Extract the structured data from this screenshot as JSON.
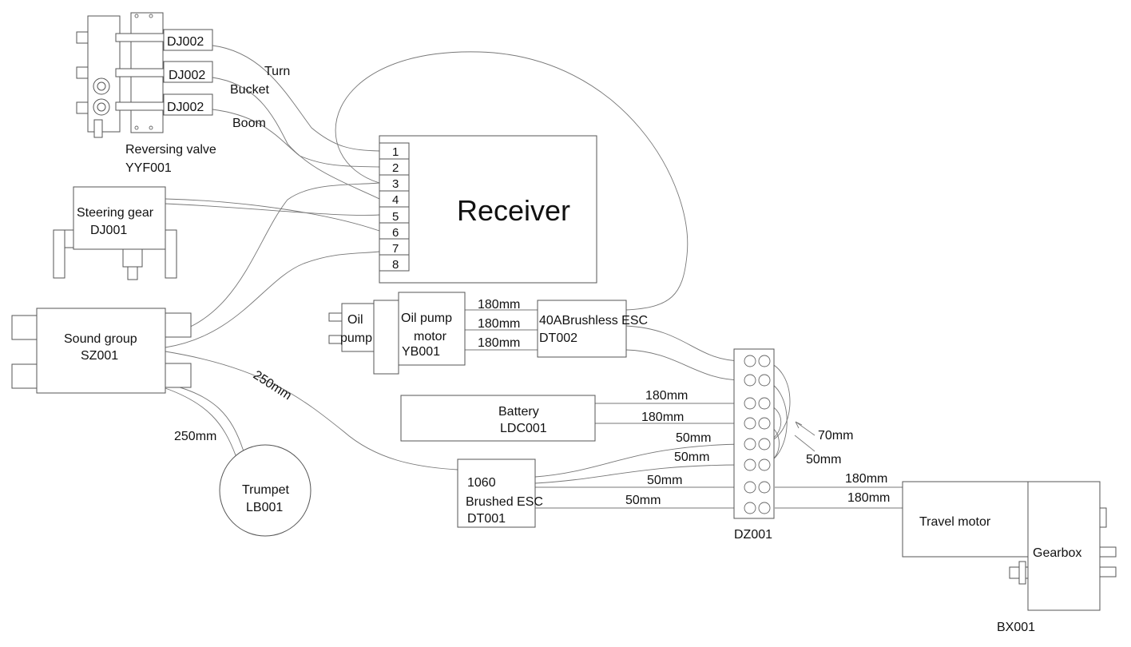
{
  "colors": {
    "line": "#555555",
    "wire": "#777777",
    "text": "#111111",
    "background": "#ffffff"
  },
  "reversing_valve": {
    "valve_labels": [
      "DJ002",
      "DJ002",
      "DJ002"
    ],
    "name": "Reversing valve",
    "code": "YYF001",
    "wire_labels": {
      "turn": "Turn",
      "bucket": "Bucket",
      "boom": "Boom"
    }
  },
  "receiver": {
    "title": "Receiver",
    "channels": [
      "1",
      "2",
      "3",
      "4",
      "5",
      "6",
      "7",
      "8"
    ]
  },
  "steering_gear": {
    "name": "Steering gear",
    "code": "DJ001"
  },
  "sound_group": {
    "name": "Sound group",
    "code": "SZ001"
  },
  "trumpet": {
    "name": "Trumpet",
    "code": "LB001"
  },
  "oil_pump": {
    "line1": "Oil",
    "line2": "pump"
  },
  "oil_pump_motor": {
    "line1": "Oil pump",
    "line2": "motor",
    "code": "YB001"
  },
  "brushless_esc": {
    "name": "40ABrushless ESC",
    "code": "DT002"
  },
  "battery": {
    "name": "Battery",
    "code": "LDC001"
  },
  "brushed_esc": {
    "line1": "1060",
    "line2": "Brushed ESC",
    "code": "DT001"
  },
  "terminal": {
    "code": "DZ001"
  },
  "travel_motor": {
    "name": "Travel motor"
  },
  "gearbox": {
    "name": "Gearbox",
    "code": "BX001"
  },
  "lengths": {
    "pump_wire_1": "180mm",
    "pump_wire_2": "180mm",
    "pump_wire_3": "180mm",
    "sound_to_esc": "250mm",
    "sound_to_trumpet": "250mm",
    "battery_wire_1": "180mm",
    "battery_wire_2": "180mm",
    "esc_wire_1": "50mm",
    "esc_wire_2": "50mm",
    "esc_wire_3": "50mm",
    "esc_wire_4": "50mm",
    "jumper_1": "70mm",
    "jumper_2": "50mm",
    "motor_wire_1": "180mm",
    "motor_wire_2": "180mm"
  }
}
